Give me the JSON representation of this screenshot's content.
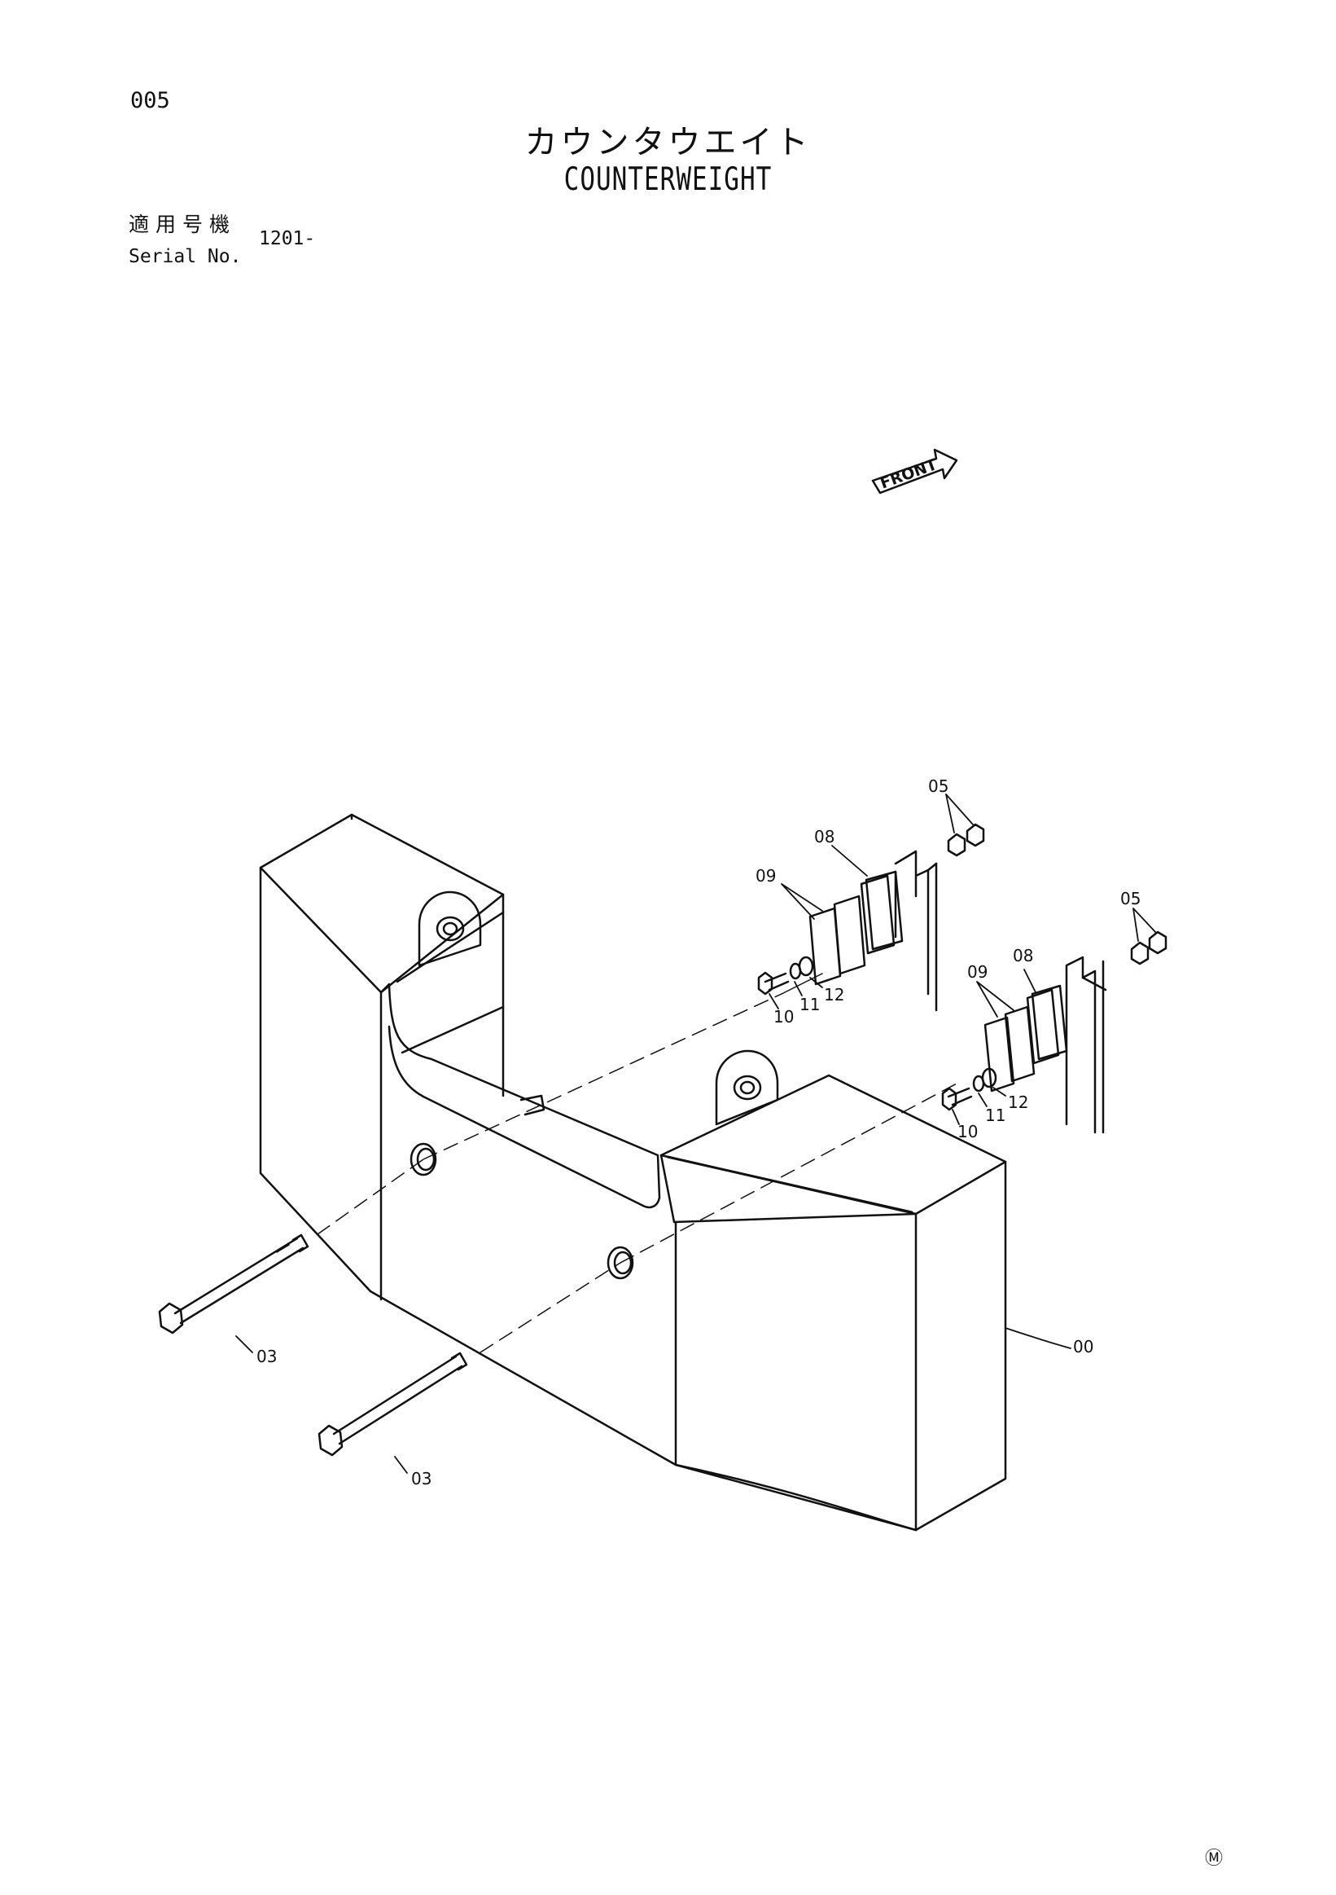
{
  "header": {
    "page_number": "005",
    "title_jp": "カウンタウエイト",
    "title_en": "COUNTERWEIGHT"
  },
  "serial": {
    "label_jp": "適用号機",
    "label_en": "Serial No.",
    "value": "1201-"
  },
  "diagram": {
    "front_label": "FRONT",
    "callouts": {
      "counterweight": "00",
      "bolt_upper": "03",
      "bolt_lower": "03",
      "nut_upper": "05",
      "nut_right": "05",
      "plate_08_upper": "08",
      "plate_08_right": "08",
      "shim_09_upper": "09",
      "shim_09_right": "09",
      "bolt_10_upper": "10",
      "bolt_10_right": "10",
      "washer_11_upper": "11",
      "washer_11_right": "11",
      "washer_12_upper": "12",
      "washer_12_right": "12"
    },
    "corner_mark": "Ⓜ"
  }
}
